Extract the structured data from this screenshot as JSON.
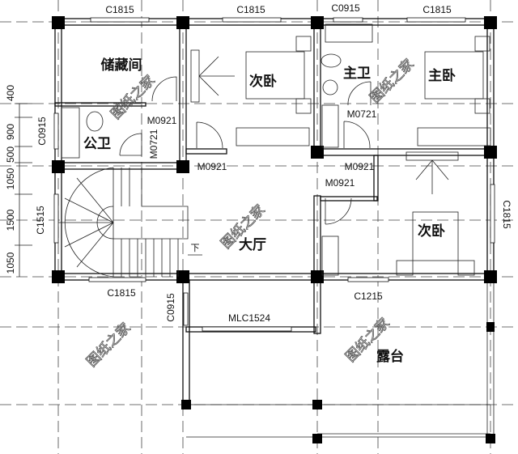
{
  "rooms": {
    "storage": "储藏间",
    "second_bedroom_1": "次卧",
    "master_bath": "主卫",
    "master_bedroom": "主卧",
    "public_bath": "公卫",
    "second_bedroom_2": "次卧",
    "hall": "大厅",
    "terrace": "露台"
  },
  "windows": {
    "top_1": "C1815",
    "top_2": "C1815",
    "top_3": "C0915",
    "top_4": "C1815",
    "left_1": "C0915",
    "left_2": "C1515",
    "right_1": "C1815",
    "bottom_1": "C1815",
    "bottom_2": "C1215",
    "terrace_side": "C0915",
    "sliding_door": "MLC1524"
  },
  "doors": {
    "storage_door": "M0921",
    "public_bath_door": "M0721",
    "hall_door_1": "M0921",
    "master_bath_door": "M0721",
    "master_bed_door": "M0921",
    "second_bed_door": "M0921"
  },
  "stair_label": "下",
  "dimensions": [
    "400",
    "900",
    "500",
    "1050",
    "1500",
    "1050"
  ],
  "watermark": "图纸之家"
}
